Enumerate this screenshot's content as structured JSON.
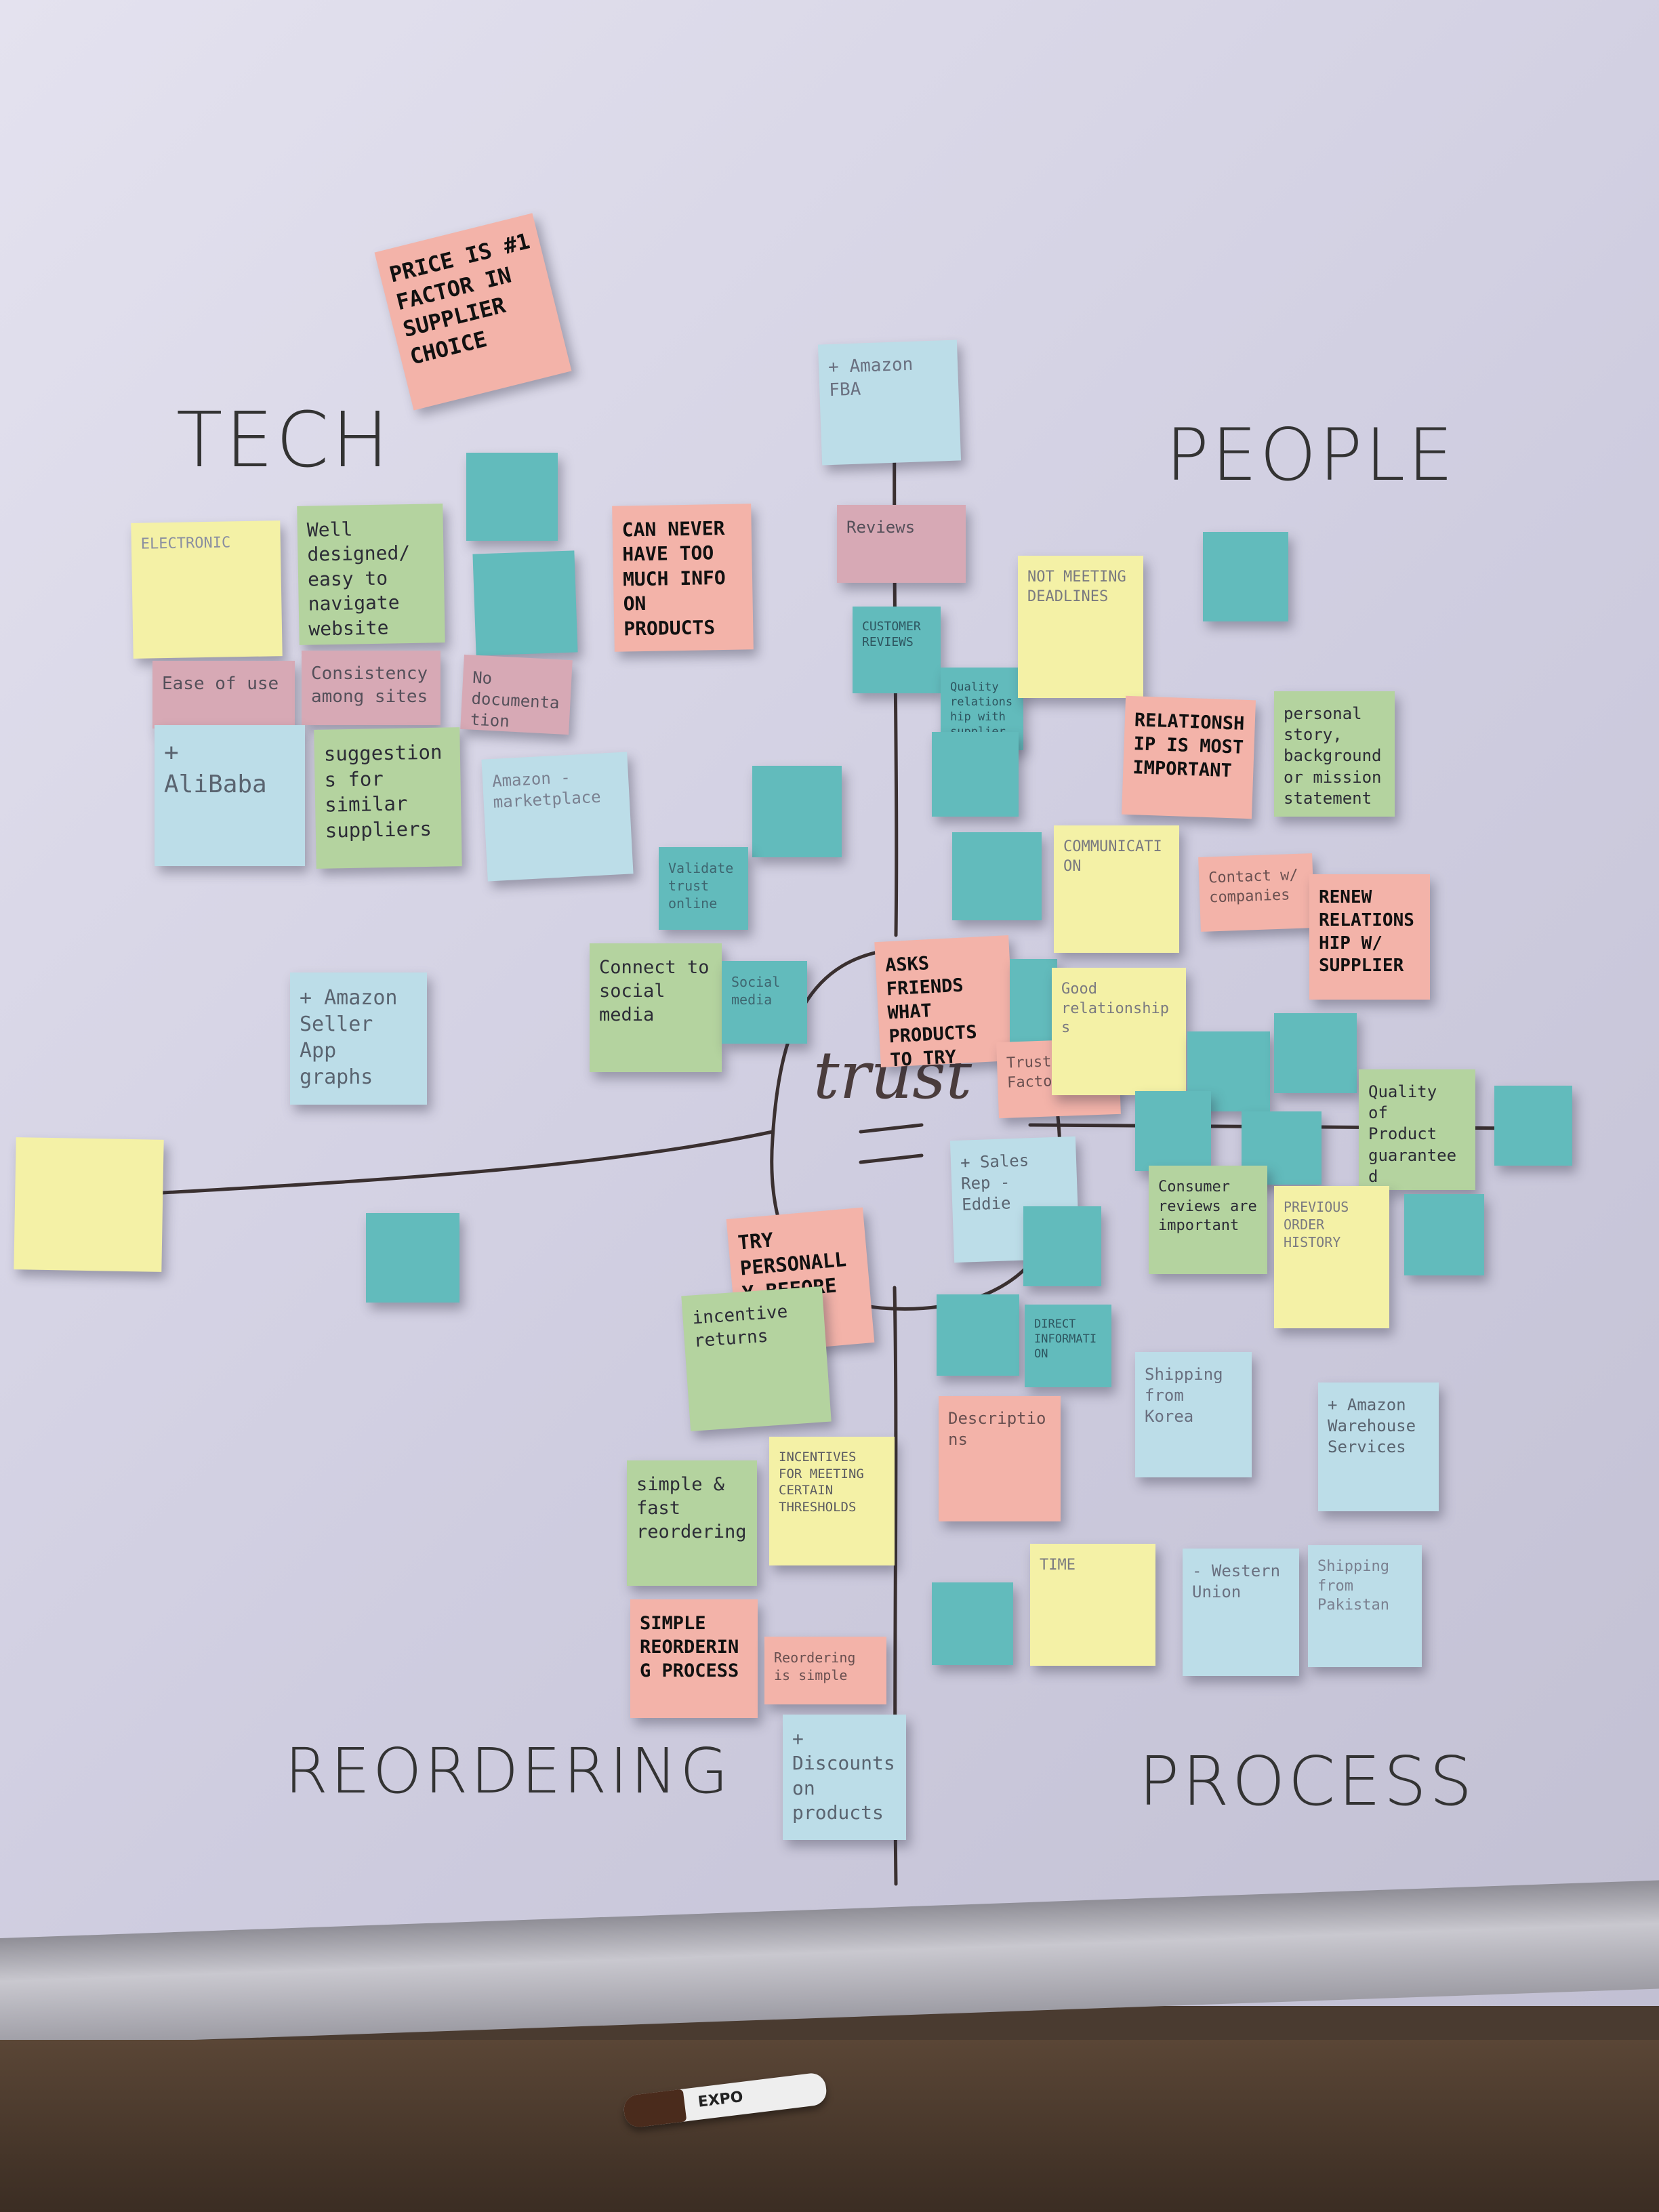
{
  "headings": {
    "tech": "TECH",
    "people": "PEOPLE",
    "reordering": "REORDERING",
    "process": "PROCESS"
  },
  "center": {
    "word": "trust"
  },
  "notes": {
    "price_factor": "PRICE IS #1 FACTOR IN SUPPLIER CHOICE",
    "amazon_fba": "+ Amazon FBA",
    "reviews": "Reviews",
    "can_never_have": "CAN NEVER HAVE TOO MUCH INFO ON PRODUCTS",
    "well_designed": "Well designed/ easy to navigate website",
    "electronic": "ELECTRONIC",
    "consistency": "Consistency among sites",
    "ease_of_use": "Ease of use",
    "no_documentation": "No documentation management",
    "alibaba": "+ AliBaba",
    "suggestions": "suggestions for similar suppliers",
    "amazon_marketplace": "Amazon - marketplace",
    "customer_reviews": "CUSTOMER REVIEWS",
    "quality_relationship": "Quality relationship with supplier",
    "not_meeting": "NOT MEETING DEADLINES",
    "relationship_most": "RELATIONSHIP IS MOST IMPORTANT",
    "personal_story": "personal story, background or mission statement",
    "communication": "COMMUNICATION",
    "contact_companies": "Contact w/ companies",
    "renew": "RENEW RELATIONSHIP W/ SUPPLIER",
    "validate": "Validate trust online",
    "connect_social": "Connect to social media",
    "social_media": "Social media",
    "asks_friends": "ASKS FRIENDS WHAT PRODUCTS TO TRY",
    "trust_factor": "Trust Factor",
    "good_relationships": "Good relationships",
    "amazon_seller": "+ Amazon Seller App graphs",
    "quality_product": "Quality of Product guaranteed",
    "consumer_reviews": "Consumer reviews are important",
    "previous_history": "PREVIOUS ORDER HISTORY",
    "sales_rep": "+ Sales Rep - Eddie",
    "try_personally": "TRY PERSONALLY BEFORE BUYING",
    "incentive_returns": "incentive returns",
    "direct_information": "DIRECT INFORMATION",
    "shipping_korea": "Shipping from Korea",
    "amazon_services": "+ Amazon Warehouse Services",
    "descriptions": "Descriptions",
    "simple_fast": "simple & fast reordering",
    "incentives_meeting": "INCENTIVES FOR MEETING CERTAIN THRESHOLDS",
    "simple_reordering": "SIMPLE REORDERING PROCESS",
    "reordering_simple": "Reordering is simple",
    "discounts": "+ Discounts on products",
    "time": "TIME",
    "western_union": "- Western Union",
    "shipping_pakistan": "Shipping from Pakistan"
  },
  "marker": {
    "brand": "EXPO"
  }
}
